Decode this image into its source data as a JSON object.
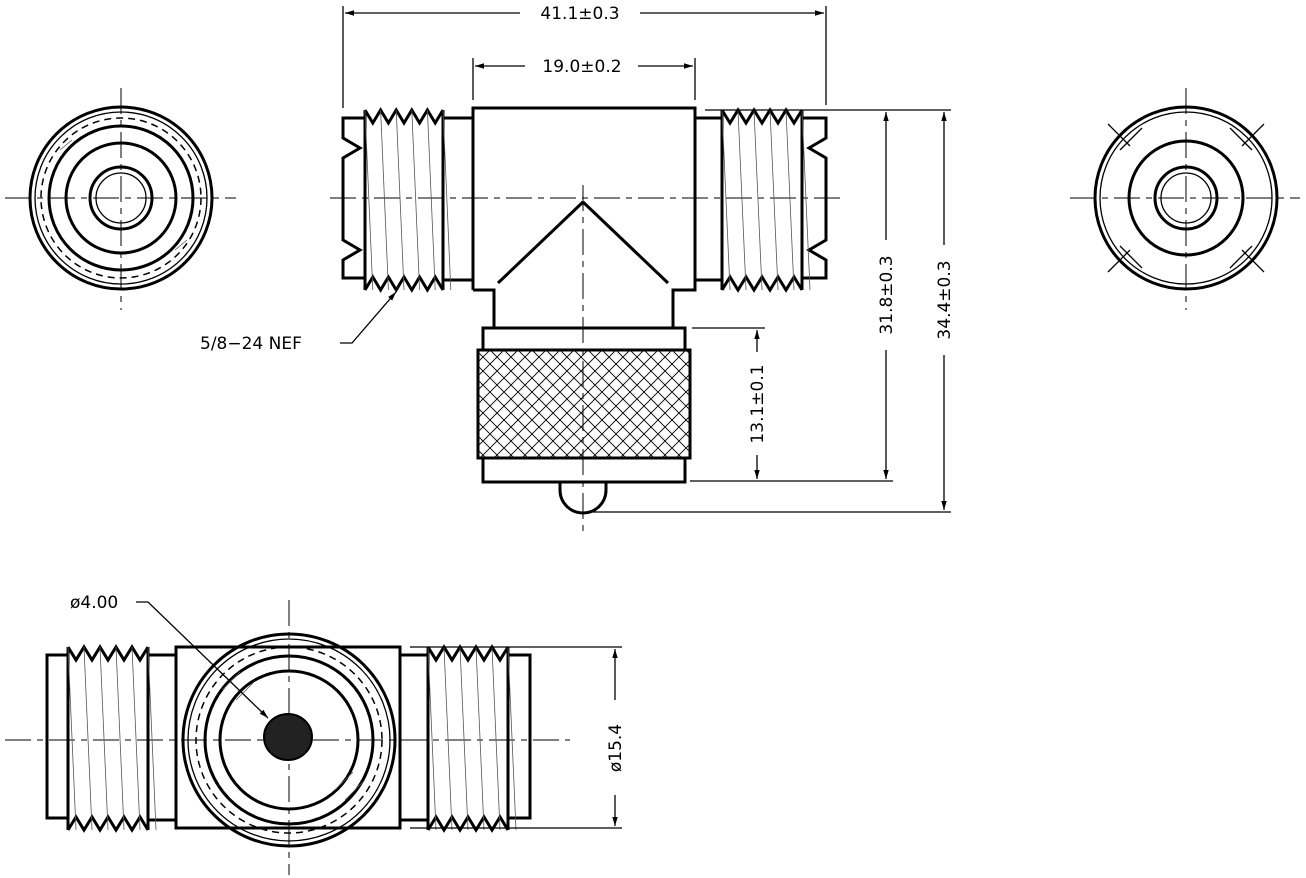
{
  "dimensions": {
    "overall_length": "41.1±0.3",
    "body_width": "19.0±0.2",
    "height_to_shoulder": "31.8±0.3",
    "overall_height": "34.4±0.3",
    "plug_length": "13.1±0.1",
    "thread_callout": "5/8−24 NEF",
    "pin_diameter": "ø4.00",
    "body_diameter": "ø15.4"
  },
  "colors": {
    "line": "#000000",
    "background": "#ffffff"
  }
}
